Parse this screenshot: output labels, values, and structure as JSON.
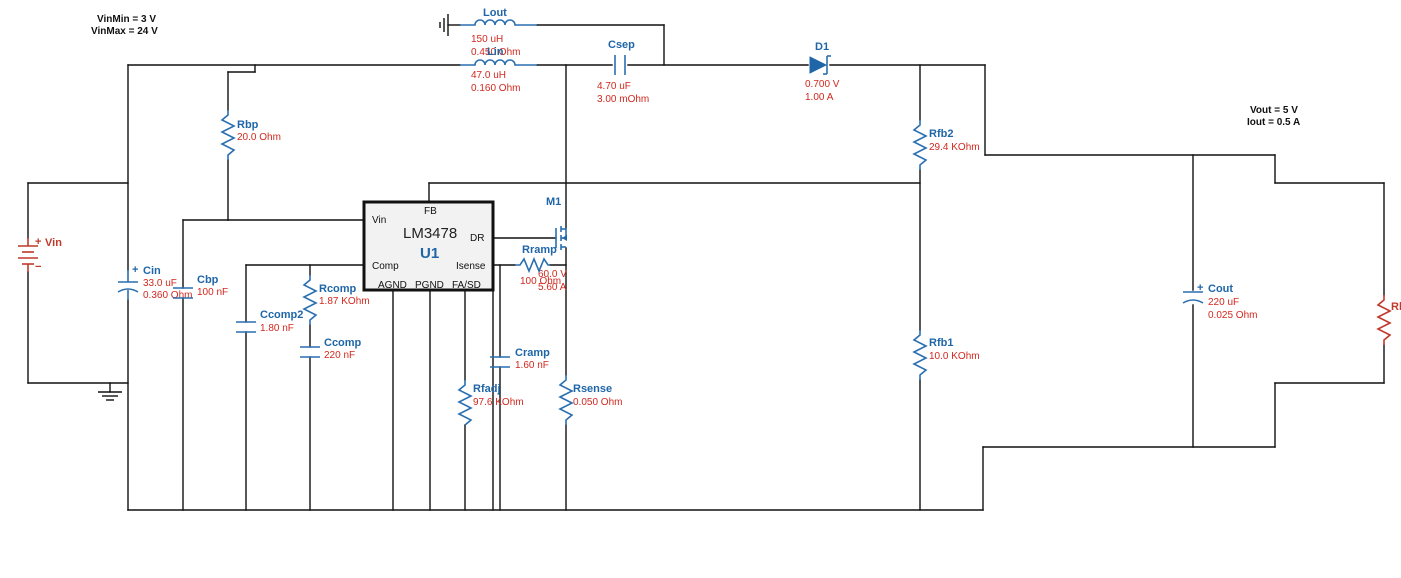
{
  "notes": {
    "vin_min": "VinMin = 3 V",
    "vin_max": "VinMax = 24 V",
    "vout": "Vout = 5 V",
    "iout": "Iout = 0.5 A"
  },
  "colors": {
    "wire": "#111111",
    "component": "#2a6fb0",
    "label": "#1f66a8",
    "value": "#d2281e",
    "source": "#c0392b"
  },
  "ic": {
    "part": "LM3478",
    "ref": "U1",
    "pins": {
      "vin": "Vin",
      "fb": "FB",
      "dr": "DR",
      "comp": "Comp",
      "isense": "Isense",
      "agnd": "AGND",
      "pgnd": "PGND",
      "fasd": "FA/SD"
    }
  },
  "components": {
    "vin": {
      "name": "Vin",
      "plus": "+"
    },
    "cin": {
      "name": "Cin",
      "plus": "+",
      "v1": "33.0 uF",
      "v2": "0.360 Ohm"
    },
    "cbp": {
      "name": "Cbp",
      "v1": "100 nF"
    },
    "rbp": {
      "name": "Rbp",
      "v1": "20.0 Ohm"
    },
    "ccomp2": {
      "name": "Ccomp2",
      "v1": "1.80 nF"
    },
    "rcomp": {
      "name": "Rcomp",
      "v1": "1.87 KOhm"
    },
    "ccomp": {
      "name": "Ccomp",
      "v1": "220 nF"
    },
    "lout": {
      "name": "Lout",
      "v1": "150 uH",
      "v2": "0.450 Ohm"
    },
    "lin": {
      "name": "Lin",
      "v1": "47.0 uH",
      "v2": "0.160 Ohm"
    },
    "csep": {
      "name": "Csep",
      "v1": "4.70 uF",
      "v2": "3.00 mOhm"
    },
    "d1": {
      "name": "D1",
      "v1": "0.700 V",
      "v2": "1.00 A"
    },
    "m1": {
      "name": "M1",
      "v1": "60.0 V",
      "v2": "5.60 A"
    },
    "rramp": {
      "name": "Rramp",
      "v1": "100 Ohm"
    },
    "cramp": {
      "name": "Cramp",
      "v1": "1.60 nF"
    },
    "rfadj": {
      "name": "Rfadj",
      "v1": "97.6 KOhm"
    },
    "rsense": {
      "name": "Rsense",
      "v1": "0.050 Ohm"
    },
    "rfb2": {
      "name": "Rfb2",
      "v1": "29.4 KOhm"
    },
    "rfb1": {
      "name": "Rfb1",
      "v1": "10.0 KOhm"
    },
    "cout": {
      "name": "Cout",
      "plus": "+",
      "v1": "220 uF",
      "v2": "0.025 Ohm"
    },
    "rl": {
      "name": "Rl"
    }
  }
}
